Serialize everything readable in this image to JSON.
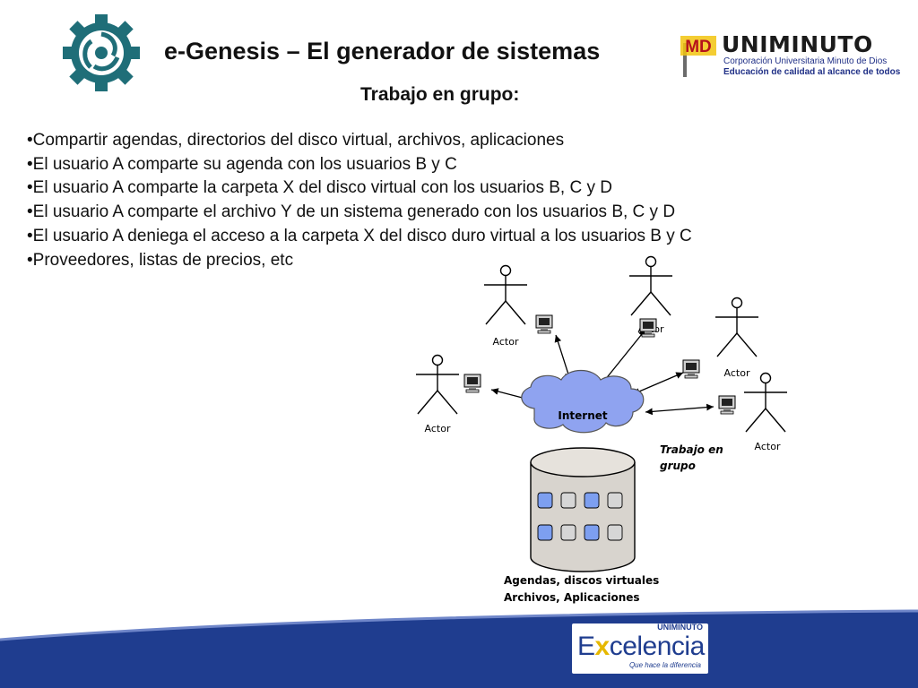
{
  "header": {
    "title": "e-Genesis – El generador de sistemas",
    "subtitle": "Trabajo en grupo:"
  },
  "logos": {
    "left_icon": "gear-swirl-icon",
    "university": {
      "mark": "MD",
      "name": "UNIMINUTO",
      "line1": "Corporación Universitaria Minuto de Dios",
      "line2": "Educación de calidad al alcance de todos"
    }
  },
  "bullets": [
    "•Compartir agendas, directorios del disco virtual, archivos, aplicaciones",
    "•El usuario A comparte su agenda con los usuarios B y C",
    "•El usuario A comparte  la carpeta X del disco virtual con los usuarios B, C y D",
    "•El usuario A comparte el archivo Y de un sistema generado con los usuarios B, C y D",
    "•El usuario A deniega el acceso a la carpeta X del disco duro virtual a los usuarios B y C",
    "•Proveedores, listas de precios, etc"
  ],
  "diagram": {
    "actor_label": "Actor",
    "cloud_label": "Internet",
    "group_label_1": "Trabajo en",
    "group_label_2": "grupo",
    "db_label_1": "Agendas, discos virtuales",
    "db_label_2": "Archivos, Aplicaciones",
    "colors": {
      "cloud": "#8fa3f0",
      "db": "#d8d4ce",
      "file_blue": "#7d9ff0",
      "file_gray": "#d6d6d6"
    }
  },
  "footer": {
    "badge_top": "UNIMINUTO",
    "badge_e": "E",
    "badge_x": "x",
    "badge_rest": "celencia",
    "badge_tagline": "Que hace la diferencia",
    "colors": {
      "band": "#1f3d8f",
      "accent": "#e6b800"
    }
  }
}
